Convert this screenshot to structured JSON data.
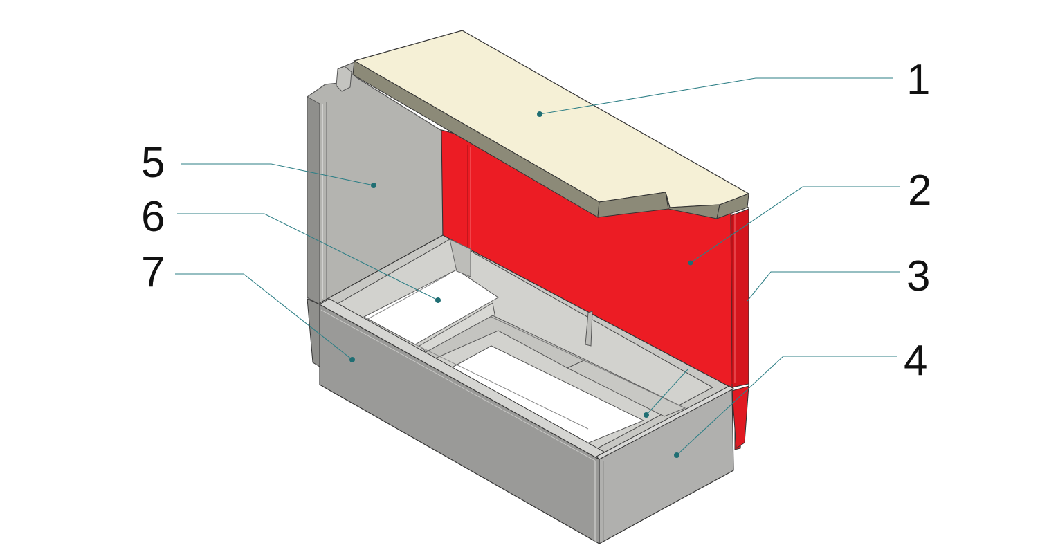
{
  "diagram": {
    "callouts": [
      {
        "id": "1",
        "label": "1"
      },
      {
        "id": "2",
        "label": "2"
      },
      {
        "id": "3",
        "label": "3"
      },
      {
        "id": "4",
        "label": "4"
      },
      {
        "id": "5",
        "label": "5"
      },
      {
        "id": "6",
        "label": "6"
      },
      {
        "id": "7",
        "label": "7"
      }
    ],
    "colors": {
      "top_slab": "#f5f0d6",
      "top_slab_edge": "#8c8a78",
      "back_wall": "#ec1c24",
      "side_wall": "#b4b4b0",
      "side_wall_dark": "#8f8f8c",
      "tray_inner": "#c8c8c4",
      "tray_floor": "#ffffff",
      "front_panel": "#9a9a98",
      "end_panel": "#b0b0ae",
      "leader_line": "#2e7f86",
      "anchor_dot": "#1f6e73"
    }
  }
}
